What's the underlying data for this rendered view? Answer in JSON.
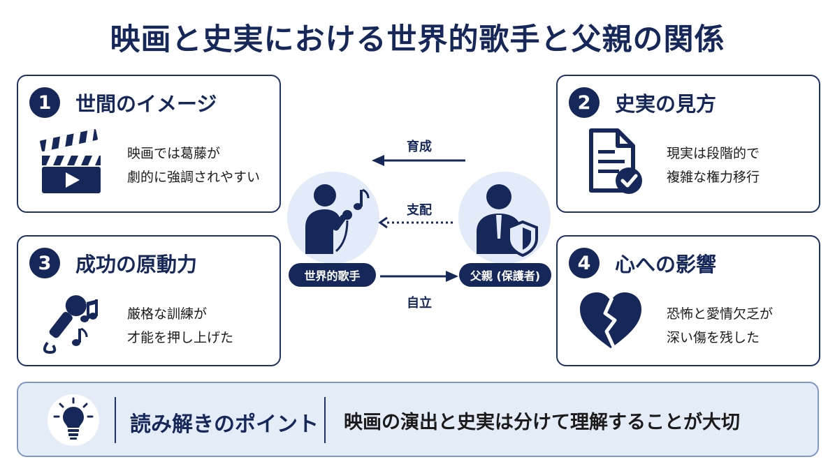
{
  "title": "映画と史実における世界的歌手と父親の関係",
  "colors": {
    "navy": "#16285a",
    "light_blue": "#e2ebf7",
    "banner_bg": "#e4ecf8"
  },
  "cards": [
    {
      "number": "1",
      "title": "世間のイメージ",
      "icon": "clapperboard-play-icon",
      "lines": [
        "映画では葛藤が",
        "劇的に強調されやすい"
      ]
    },
    {
      "number": "2",
      "title": "史実の見方",
      "icon": "document-check-icon",
      "lines": [
        "現実は段階的で",
        "複雑な権力移行"
      ]
    },
    {
      "number": "3",
      "title": "成功の原動力",
      "icon": "microphone-music-notes-icon",
      "lines": [
        "厳格な訓練が",
        "才能を押し上げた"
      ]
    },
    {
      "number": "4",
      "title": "心への影響",
      "icon": "broken-heart-icon",
      "lines": [
        "恐怖と愛情欠乏が",
        "深い傷を残した"
      ]
    }
  ],
  "center": {
    "singer_label": "世界的歌手",
    "father_label": "父親 (保護者)",
    "arrows": [
      {
        "label": "育成",
        "direction": "father-to-singer",
        "style": "solid"
      },
      {
        "label": "支配",
        "direction": "father-to-singer",
        "style": "dotted"
      },
      {
        "label": "自立",
        "direction": "singer-to-father",
        "style": "solid"
      }
    ]
  },
  "banner": {
    "icon": "lightbulb-icon",
    "title": "読み解きのポイント",
    "text": "映画の演出と史実は分けて理解することが大切"
  }
}
